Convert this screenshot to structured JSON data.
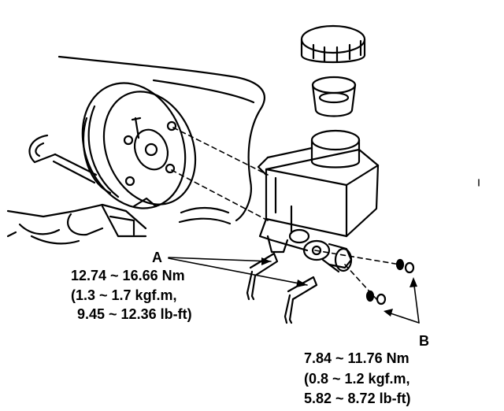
{
  "callout_a": {
    "letter": "A",
    "torque_nm": "12.74 ~ 16.66 Nm",
    "torque_kgfm": "(1.3 ~ 1.7 kgf.m,",
    "torque_lbft": "9.45 ~ 12.36 lb-ft)"
  },
  "callout_b": {
    "letter": "B",
    "torque_nm": "7.84 ~ 11.76 Nm",
    "torque_kgfm": "(0.8 ~ 1.2 kgf.m,",
    "torque_lbft": "5.82 ~ 8.72 lb-ft)"
  },
  "colors": {
    "ink": "#000000",
    "paper": "#ffffff"
  }
}
